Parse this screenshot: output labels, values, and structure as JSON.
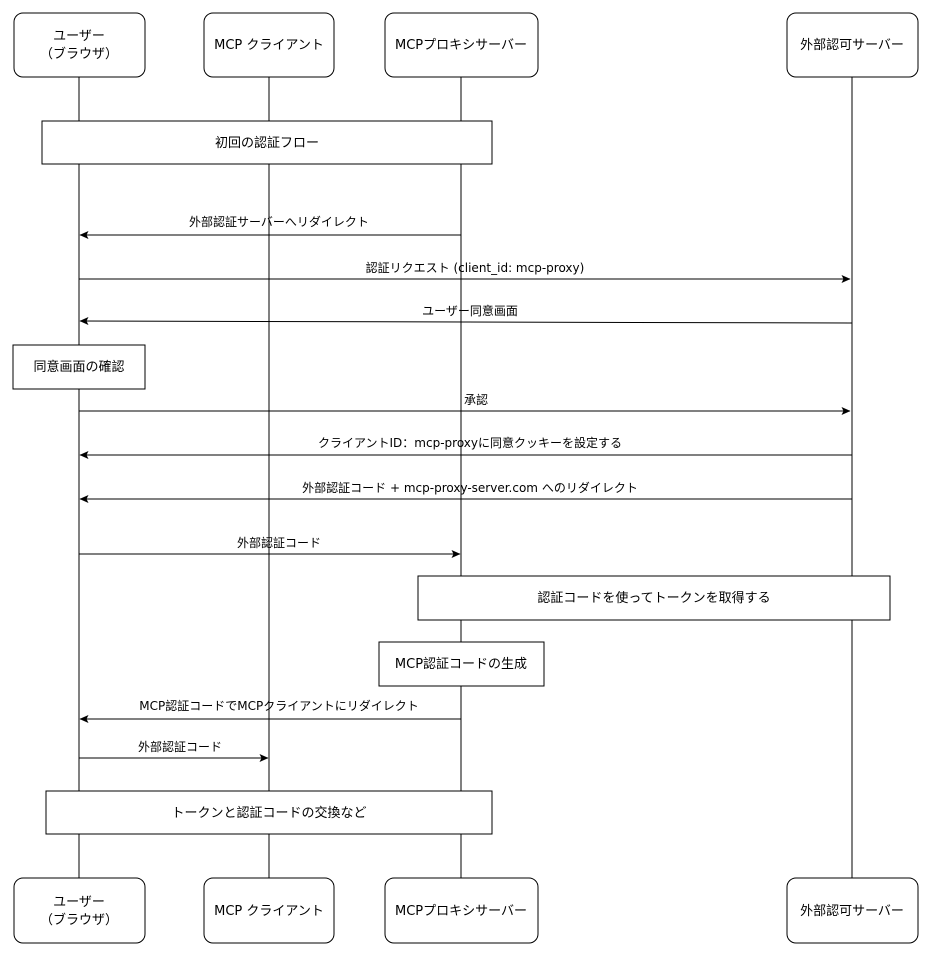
{
  "participants": [
    {
      "id": "user",
      "lines": [
        "ユーザー",
        "（ブラウザ）"
      ]
    },
    {
      "id": "client",
      "lines": [
        "MCP クライアント"
      ]
    },
    {
      "id": "proxy",
      "lines": [
        "MCPプロキシサーバー"
      ]
    },
    {
      "id": "auth",
      "lines": [
        "外部認可サーバー"
      ]
    }
  ],
  "notes": [
    {
      "text": "初回の認証フロー"
    },
    {
      "text": "同意画面の確認"
    },
    {
      "text": "認証コードを使ってトークンを取得する"
    },
    {
      "text": "MCP認証コードの生成"
    },
    {
      "text": "トークンと認証コードの交換など"
    }
  ],
  "messages": [
    {
      "from": "proxy",
      "to": "user",
      "label": "外部認証サーバーへリダイレクト"
    },
    {
      "from": "user",
      "to": "auth",
      "label": "認証リクエスト (client_id: mcp-proxy)"
    },
    {
      "from": "auth",
      "to": "user",
      "label": "ユーザー同意画面"
    },
    {
      "from": "user",
      "to": "auth",
      "label": "承認"
    },
    {
      "from": "auth",
      "to": "user",
      "label": "クライアントID：mcp-proxyに同意クッキーを設定する"
    },
    {
      "from": "auth",
      "to": "user",
      "label": "外部認証コード + mcp-proxy-server.com へのリダイレクト"
    },
    {
      "from": "user",
      "to": "proxy",
      "label": "外部認証コード"
    },
    {
      "from": "proxy",
      "to": "user",
      "label": "MCP認証コードでMCPクライアントにリダイレクト"
    },
    {
      "from": "user",
      "to": "client",
      "label": "外部認証コード"
    }
  ]
}
